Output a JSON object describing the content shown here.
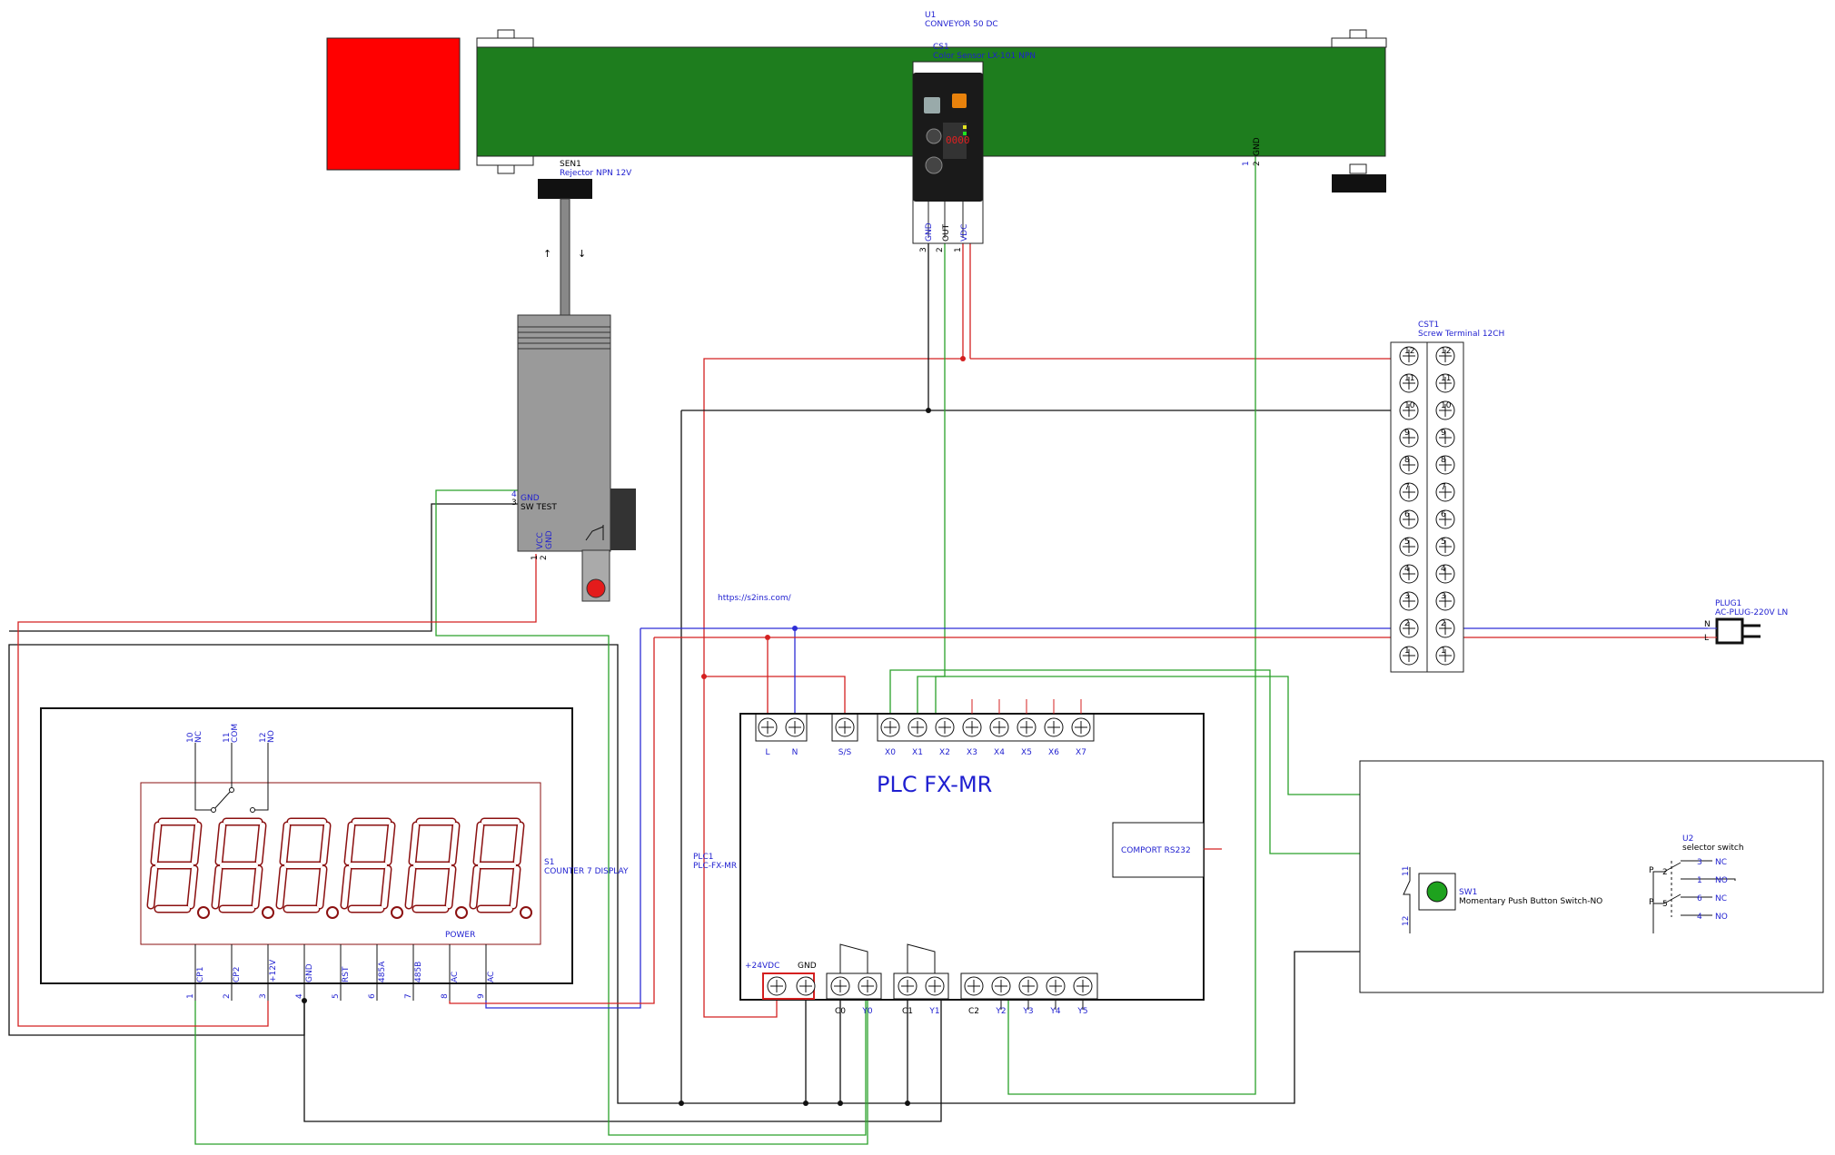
{
  "conveyor": {
    "ref": "U1",
    "name": "CONVEYOR 50 DC",
    "pins": [
      "1",
      "2",
      "GND"
    ]
  },
  "color_sensor": {
    "ref": "CS1",
    "name": "Color Sensor LX-101 NPN",
    "pins": [
      {
        "num": "3",
        "name": "GND"
      },
      {
        "num": "2",
        "name": "OUT"
      },
      {
        "num": "1",
        "name": "VDC"
      }
    ]
  },
  "rejector": {
    "ref": "SEN1",
    "name": "Rejector NPN 12V",
    "pins_right": [
      {
        "num": "4",
        "name": "GND"
      },
      {
        "num": "3",
        "name": "SW TEST"
      }
    ],
    "pins_bottom": [
      {
        "num": "1",
        "name": "VCC"
      },
      {
        "num": "2",
        "name": "GND"
      }
    ]
  },
  "terminal": {
    "ref": "CST1",
    "name": "Screw Terminal 12CH",
    "left_numbers": [
      "12",
      "11",
      "10",
      "9",
      "8",
      "7",
      "6",
      "5",
      "4",
      "3",
      "2",
      "1"
    ],
    "right_numbers": [
      "12",
      "11",
      "10",
      "9",
      "8",
      "7",
      "6",
      "5",
      "4",
      "3",
      "2",
      "1"
    ]
  },
  "plug": {
    "ref": "PLUG1",
    "name": "AC-PLUG-220V LN",
    "pins": [
      "N",
      "L"
    ]
  },
  "url": "https://s2ins.com/",
  "plc": {
    "ref": "PLC1",
    "name": "PLC-FX-MR",
    "title": "PLC FX-MR",
    "comport": "COMPORT RS232",
    "top_labels": [
      "L",
      "N",
      "S/S",
      "X0",
      "X1",
      "X2",
      "X3",
      "X4",
      "X5",
      "X6",
      "X7"
    ],
    "power_label": "+24VDC",
    "gnd_label": "GND",
    "bottom_labels": [
      "C0",
      "Y0",
      "C1",
      "Y1",
      "C2",
      "Y2",
      "Y3",
      "Y4",
      "Y5"
    ]
  },
  "counter": {
    "ref": "S1",
    "name": "COUNTER 7 DISPLAY",
    "power": "POWER",
    "relay_pins": [
      {
        "num": "10",
        "name": "NC"
      },
      {
        "num": "11",
        "name": "COM"
      },
      {
        "num": "12",
        "name": "NO"
      }
    ],
    "bottom_pins": [
      {
        "num": "1",
        "name": "CP1"
      },
      {
        "num": "2",
        "name": "CP2"
      },
      {
        "num": "3",
        "name": "+12V"
      },
      {
        "num": "4",
        "name": "GND"
      },
      {
        "num": "5",
        "name": "RST"
      },
      {
        "num": "6",
        "name": "485A"
      },
      {
        "num": "7",
        "name": "485B"
      },
      {
        "num": "8",
        "name": "AC"
      },
      {
        "num": "9",
        "name": "AC"
      }
    ]
  },
  "push_button": {
    "ref": "SW1",
    "name": "Momentary Push Button Switch-NO",
    "pins": [
      "11",
      "12"
    ]
  },
  "selector": {
    "ref": "U2",
    "name": "selector switch",
    "rows": [
      {
        "p": "P",
        "pin": "2"
      },
      {
        "p": "P",
        "pin": "5"
      }
    ],
    "contacts": [
      {
        "num": "3",
        "name": "NC"
      },
      {
        "num": "1",
        "name": "NO"
      },
      {
        "num": "6",
        "name": "NC"
      },
      {
        "num": "4",
        "name": "NO"
      }
    ]
  },
  "colors": {
    "wire_red": "#d42020",
    "wire_black": "#111111",
    "wire_green": "#2aa12a",
    "wire_blue": "#2d2dd6",
    "label_blue": "#1f1fd0",
    "conveyor_belt": "#1e7d1e",
    "reject_box": "#ff0000",
    "digit": "#8b1010"
  }
}
